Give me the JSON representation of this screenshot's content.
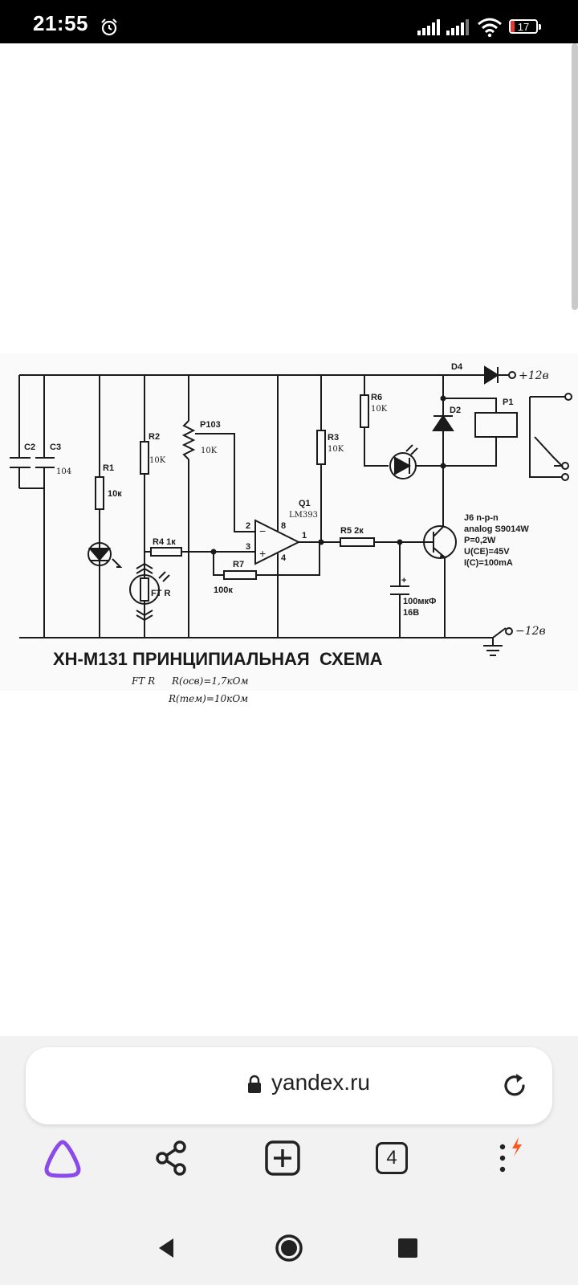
{
  "status_bar": {
    "time": "21:55",
    "battery_level": "17",
    "icons": [
      "alarm-icon",
      "signal-icon",
      "signal-icon",
      "wifi-icon",
      "battery-icon"
    ]
  },
  "schematic": {
    "title": "XH-M131 ПРИНЦИПИАЛЬНАЯ  СХЕМА",
    "components": {
      "c2": "C2",
      "c3": "C3",
      "c3_value": "104",
      "r1": "R1",
      "r1_value": "10к",
      "r2": "R2",
      "r2_value": "10K",
      "r3": "R3",
      "r3_value": "10K",
      "r4": "R4 1к",
      "r5": "R5 2к",
      "r6": "R6",
      "r6_value": "10K",
      "r7": "R7",
      "r7_value": "100к",
      "p103": "P103",
      "p103_value": "10K",
      "q1": "Q1",
      "q1_value": "LM393",
      "d2": "D2",
      "d4": "D4",
      "p1": "P1",
      "ftr": "FT R",
      "cap_value": "100мкФ",
      "cap_voltage": "16В",
      "pin2": "2",
      "pin3": "3",
      "pin8": "8",
      "pin1": "1",
      "pin4": "4",
      "minus": "−",
      "plus": "+",
      "cap_plus": "+",
      "supply_plus": "+12в",
      "supply_minus": "−12в"
    },
    "transistor_specs": [
      "J6 n-p-n",
      "analog S9014W",
      "P=0,2W",
      "U(CE)=45V",
      "I(C)=100mA"
    ],
    "handwritten_notes": {
      "label": "FT R",
      "line1": "R(осв)=1,7кОм",
      "line2": "R(тем)=10кОм"
    }
  },
  "browser": {
    "url": "yandex.ru",
    "tabs_count": "4",
    "toolbar_icons": [
      "alice-icon",
      "share-icon",
      "new-tab-icon",
      "tabs-icon",
      "menu-icon"
    ]
  },
  "nav": {
    "icons": [
      "back-icon",
      "home-icon",
      "recents-icon"
    ]
  },
  "colors": {
    "alice": "#8a4bea",
    "accent": "#ff5722",
    "ink": "#1a1a1a"
  }
}
